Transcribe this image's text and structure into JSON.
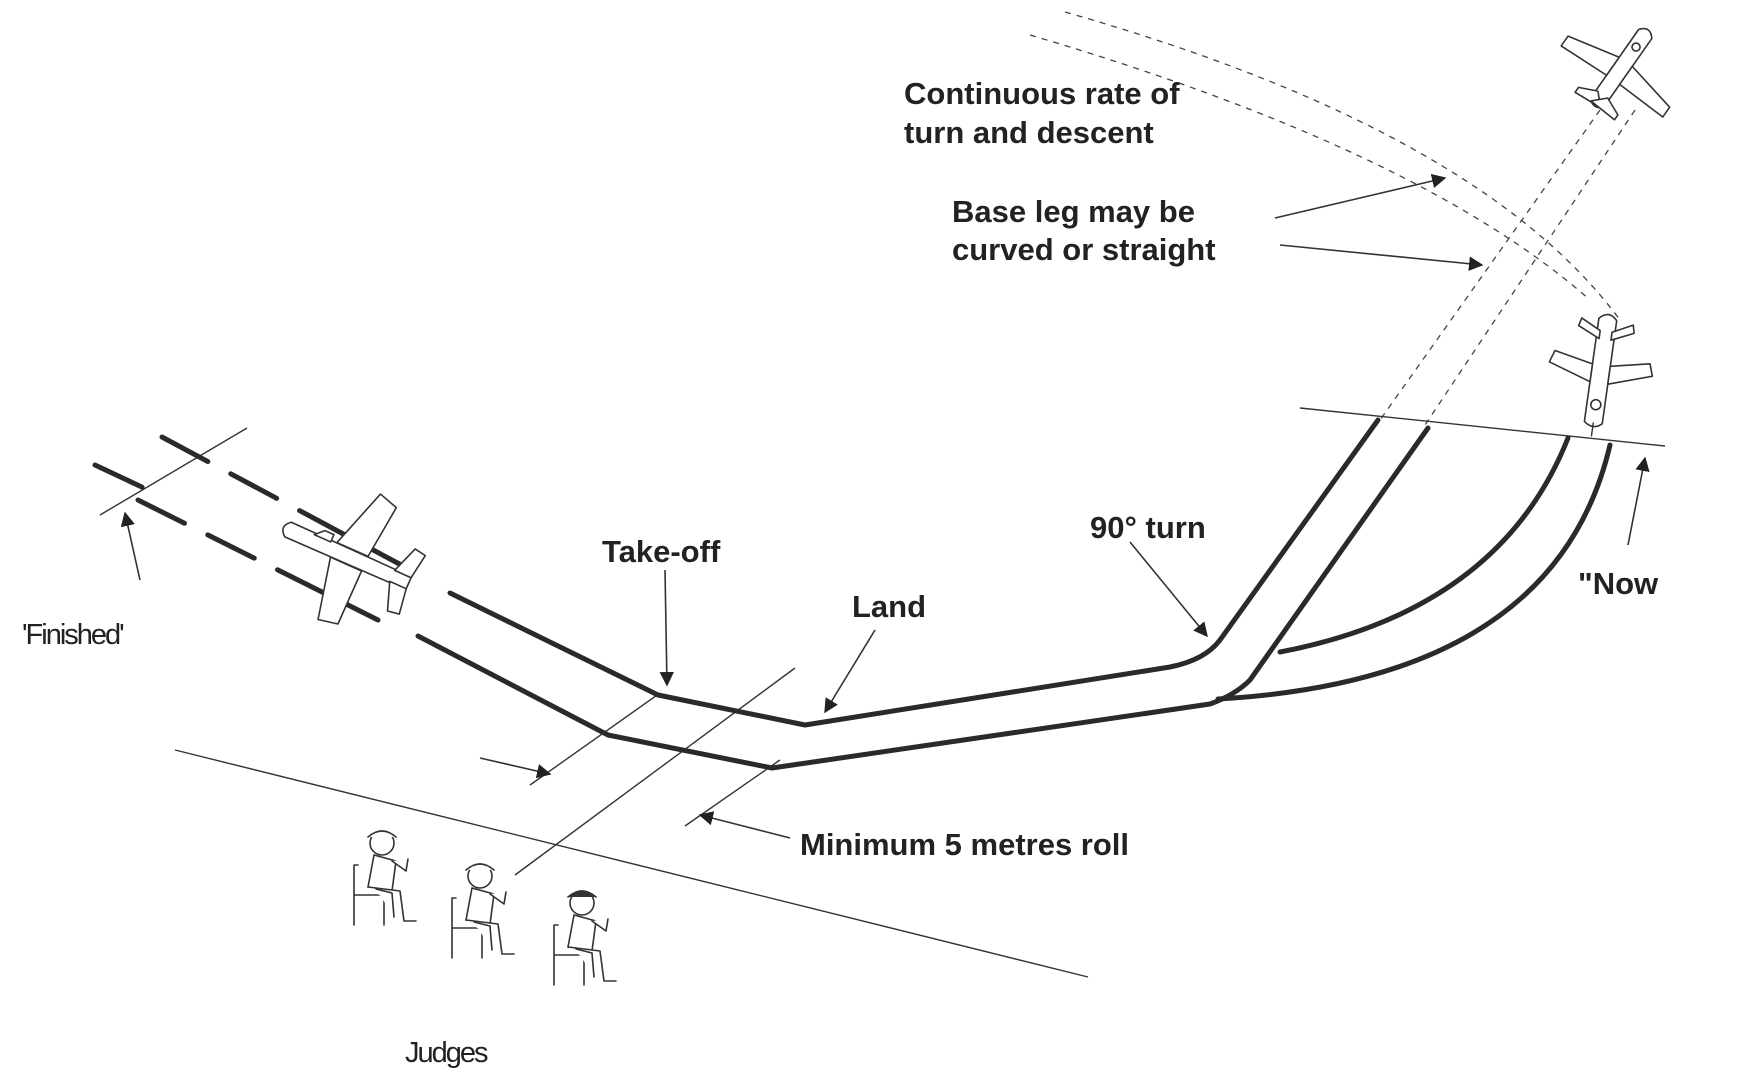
{
  "labels": {
    "continuous_line1": "Continuous rate of",
    "continuous_line2": "turn and descent",
    "base_leg_line1": "Base leg may be",
    "base_leg_line2": "curved or straight",
    "turn_90": "90°  turn",
    "now": "\"Now",
    "take_off": "Take-off",
    "land": "Land",
    "minimum_roll": "Minimum 5 metres roll",
    "finished": "'Finished'",
    "judges": "Judges"
  },
  "icons": {
    "top_aircraft": "aircraft-top-icon",
    "mid_aircraft": "aircraft-mid-icon",
    "runway_aircraft": "aircraft-runway-icon",
    "judges": "judge-figure-icon"
  },
  "colors": {
    "ink": "#222222",
    "background": "#ffffff"
  }
}
